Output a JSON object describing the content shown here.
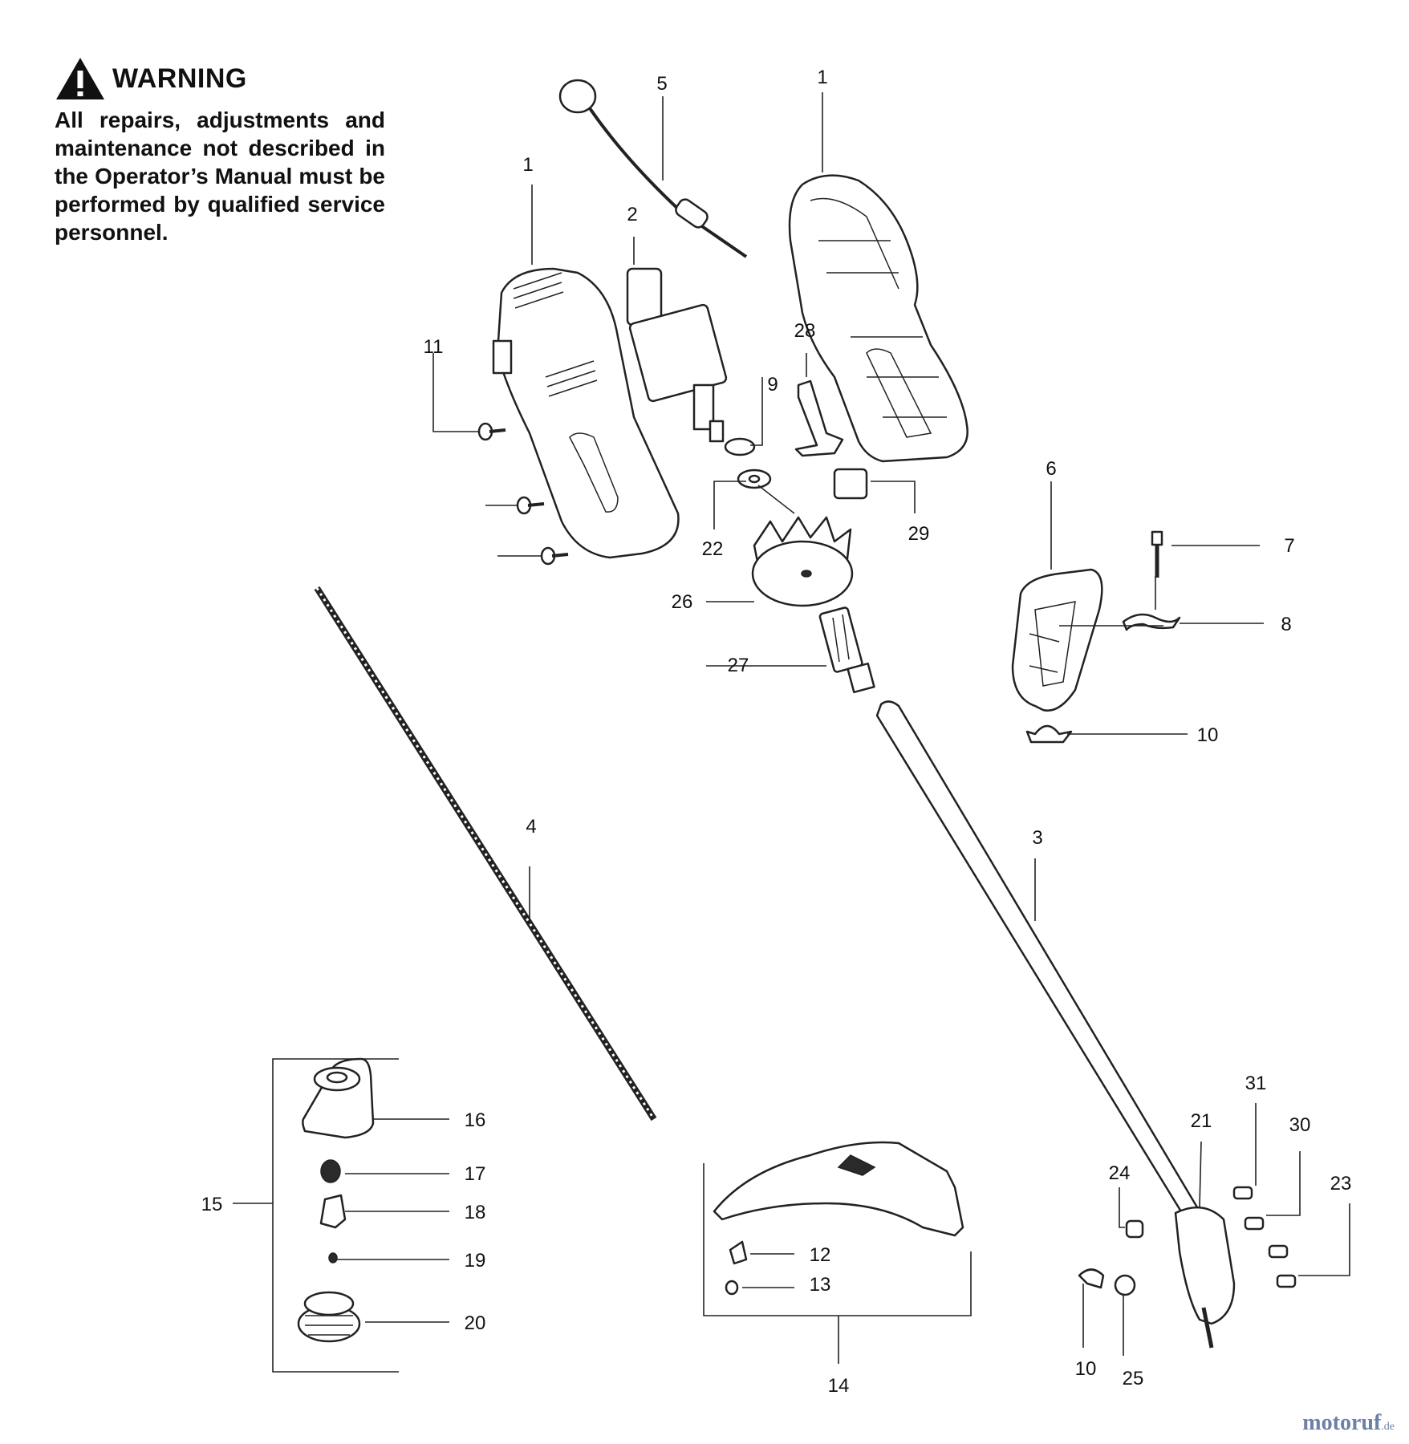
{
  "warning": {
    "title": "WARNING",
    "text": "All repairs, adjustments and maintenance not described in the Operator’s Manual must be performed by qualified service personnel."
  },
  "labels": [
    "1",
    "1",
    "2",
    "3",
    "4",
    "5",
    "6",
    "7",
    "8",
    "9",
    "10",
    "10",
    "11",
    "12",
    "13",
    "14",
    "15",
    "16",
    "17",
    "18",
    "19",
    "20",
    "21",
    "22",
    "23",
    "24",
    "25",
    "26",
    "27",
    "28",
    "29",
    "30",
    "31"
  ],
  "watermark": {
    "brand": "motoruf",
    "suffix": ".de"
  }
}
